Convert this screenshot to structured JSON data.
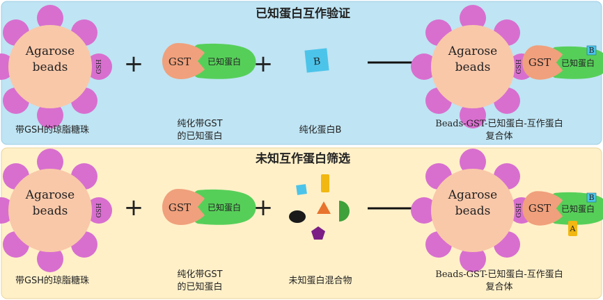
{
  "colors": {
    "panel_top": "#bfe4f3",
    "panel_bottom": "#fff0c8",
    "petal": "#d86fcf",
    "bead": "#f9c8a9",
    "gst": "#f0a07c",
    "known": "#56cf59",
    "protein_b": "#4cc4ea",
    "tag_a": "#f2b711"
  },
  "top": {
    "title": "已知蛋白互作验证",
    "bead_text_1": "Agarose",
    "bead_text_2": "beads",
    "gsh": "GSH",
    "gst": "GST",
    "known": "已知蛋白",
    "protein_b": "B",
    "cap_bead": "带GSH的琼脂糖珠",
    "cap_gst_1": "纯化带GST",
    "cap_gst_2": "的已知蛋白",
    "cap_b": "纯化蛋白B",
    "cap_complex_1": "Beads-GST-已知蛋白-互作蛋白",
    "cap_complex_2": "复合体",
    "plus_1": "+",
    "plus_2": "+",
    "res_bead_1": "Agarose",
    "res_bead_2": "beads",
    "res_gsh": "GSH",
    "res_gst": "GST",
    "res_known": "已知蛋白",
    "res_b": "B"
  },
  "bottom": {
    "title": "未知互作蛋白筛选",
    "bead_text_1": "Agarose",
    "bead_text_2": "beads",
    "gsh": "GSH",
    "gst": "GST",
    "known": "已知蛋白",
    "cap_bead": "带GSH的琼脂糖珠",
    "cap_gst_1": "纯化带GST",
    "cap_gst_2": "的已知蛋白",
    "cap_mix": "未知蛋白混合物",
    "cap_complex_1": "Beads-GST-已知蛋白-互作蛋白",
    "cap_complex_2": "复合体",
    "plus_1": "+",
    "plus_2": "+",
    "res_bead_1": "Agarose",
    "res_bead_2": "beads",
    "res_gsh": "GSH",
    "res_gst": "GST",
    "res_known": "已知蛋白",
    "res_b": "B",
    "res_a": "A"
  }
}
